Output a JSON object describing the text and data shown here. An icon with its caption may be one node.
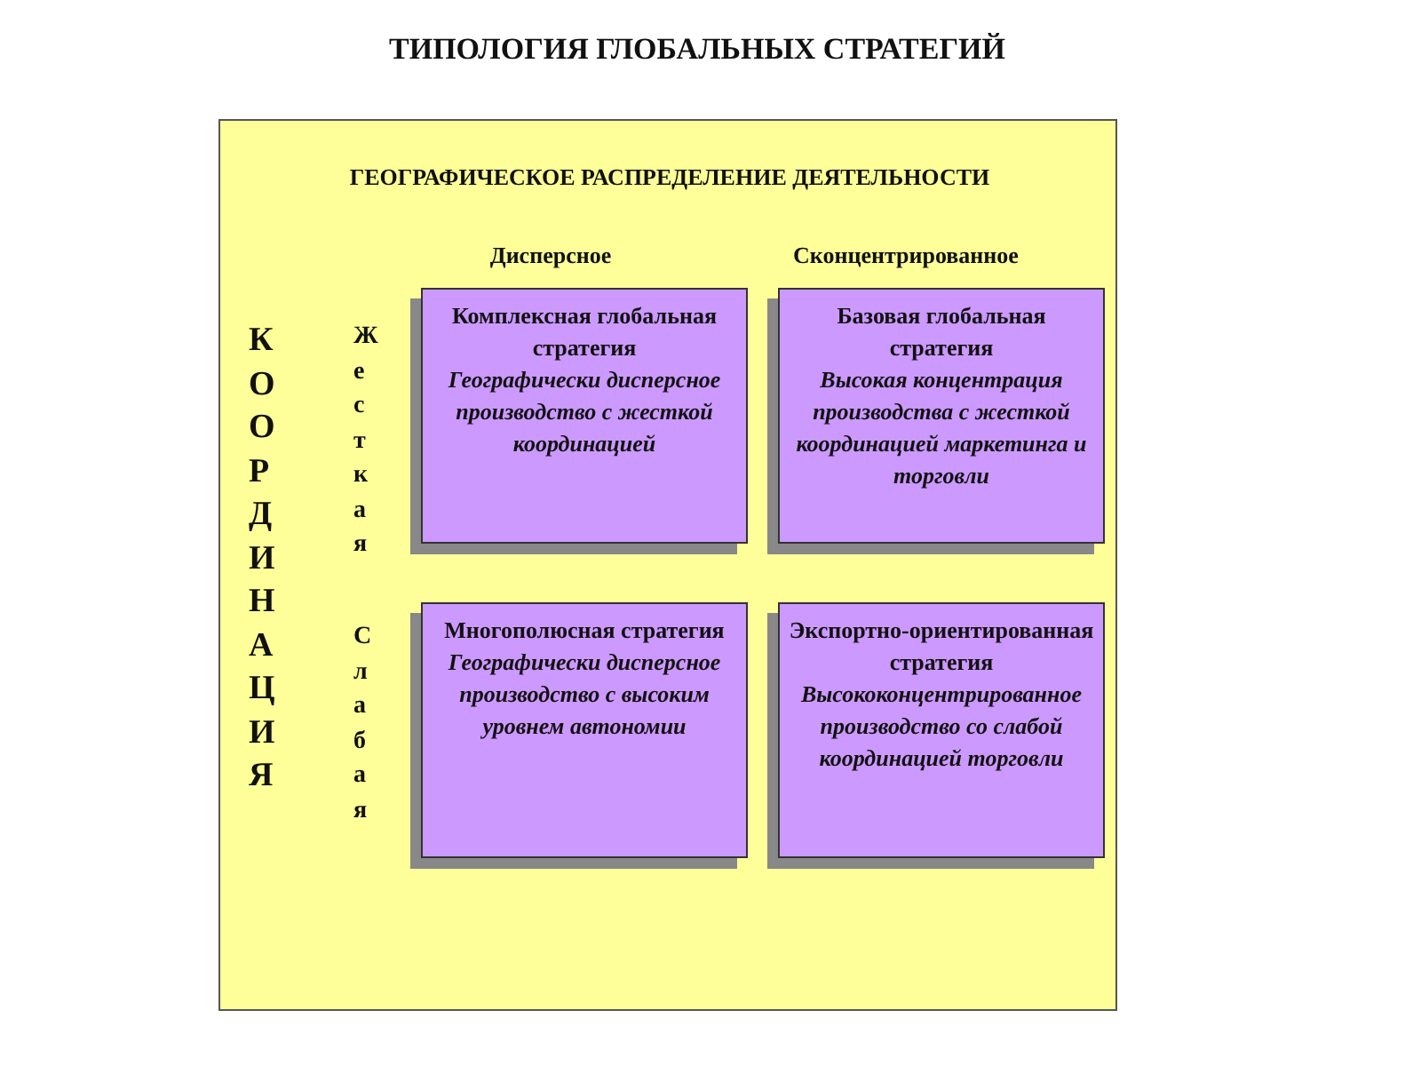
{
  "diagram": {
    "title": "ТИПОЛОГИЯ ГЛОБАЛЬНЫХ СТРАТЕГИЙ",
    "nodes": [
      {
        "text": [
          "ГЕОГРАФИЧЕСКОЕ РАСПРЕДЕЛЕНИЕ ДЕЯТЕЛЬНОСТИ"
        ]
      },
      {
        "text": [
          "Комплексная глобальная стратегия",
          "Географически дисперсное производство с жесткой координацией"
        ],
        "in": 0
      },
      {
        "text": [
          "Базовая глобальная стратегия",
          "Высокая концентрация производства с жесткой координацией маркетинга и торговли"
        ],
        "in": 0
      },
      {
        "text": [
          "Многополюсная стратегия",
          "Географически дисперсное производство с высоким уровнем автономии"
        ],
        "in": 0
      },
      {
        "text": [
          "Экспортно-ориентированная стратегия",
          "Высококонцентрированное производство со слабой координацией торговли"
        ],
        "in": 0
      }
    ],
    "labels": [
      "Дисперсное",
      "Сконцентрированное",
      "КООРДИНАЦИЯ",
      "Жесткая",
      "Слабая"
    ]
  }
}
